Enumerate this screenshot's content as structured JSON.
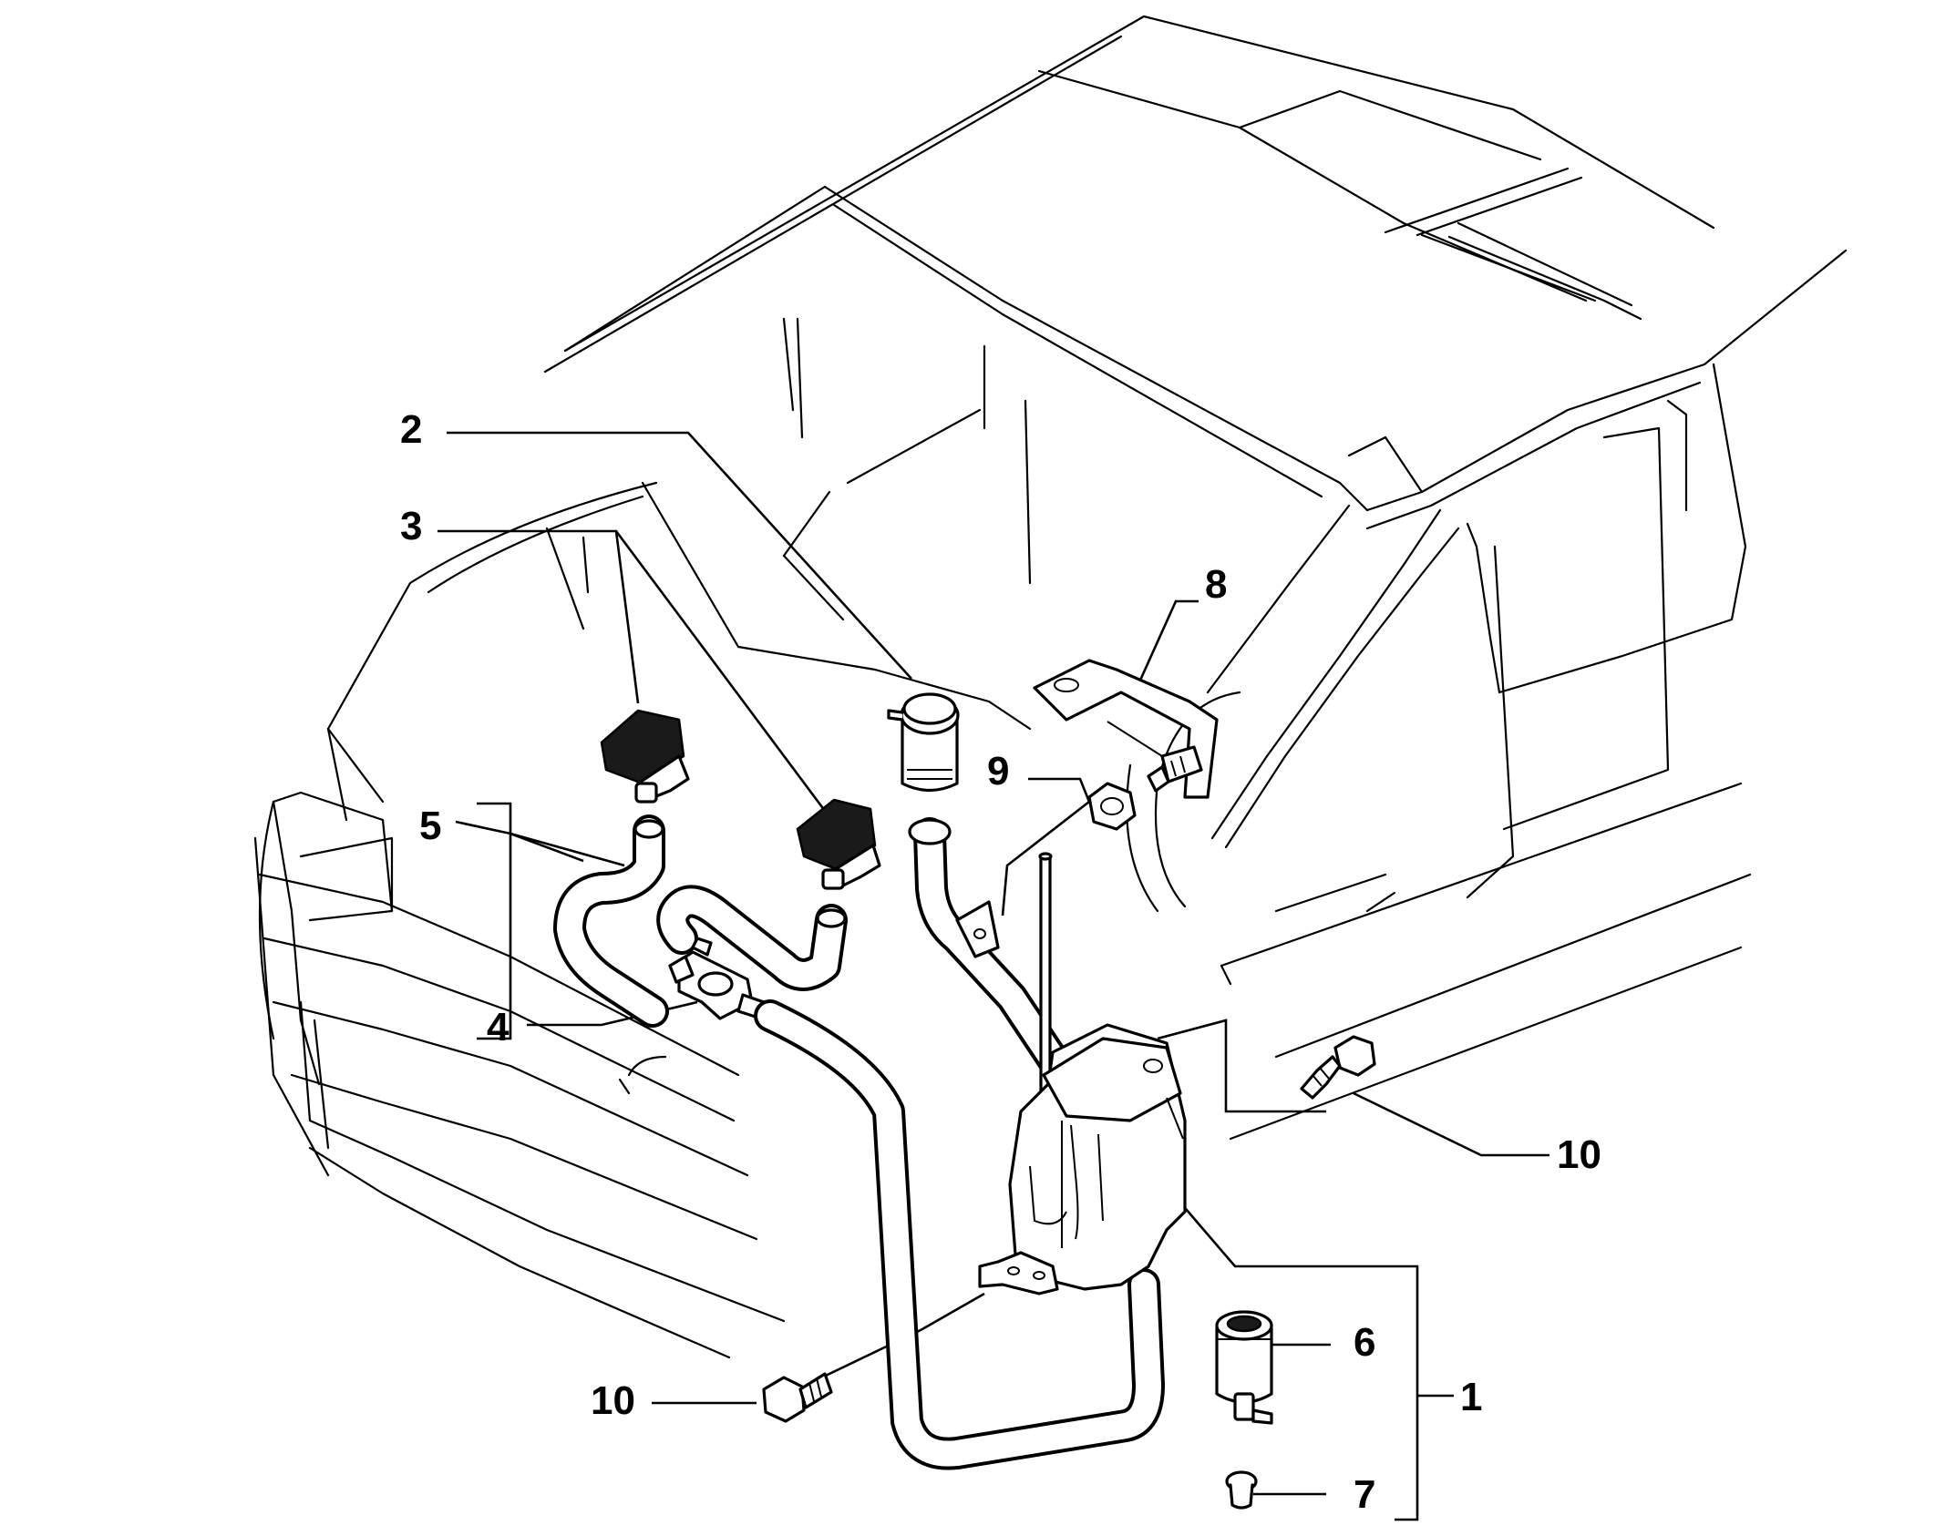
{
  "callouts": {
    "c1": "1",
    "c2": "2",
    "c3": "3",
    "c4": "4",
    "c5": "5",
    "c6": "6",
    "c7": "7",
    "c8": "8",
    "c9": "9",
    "c10_right": "10",
    "c10_left": "10"
  }
}
